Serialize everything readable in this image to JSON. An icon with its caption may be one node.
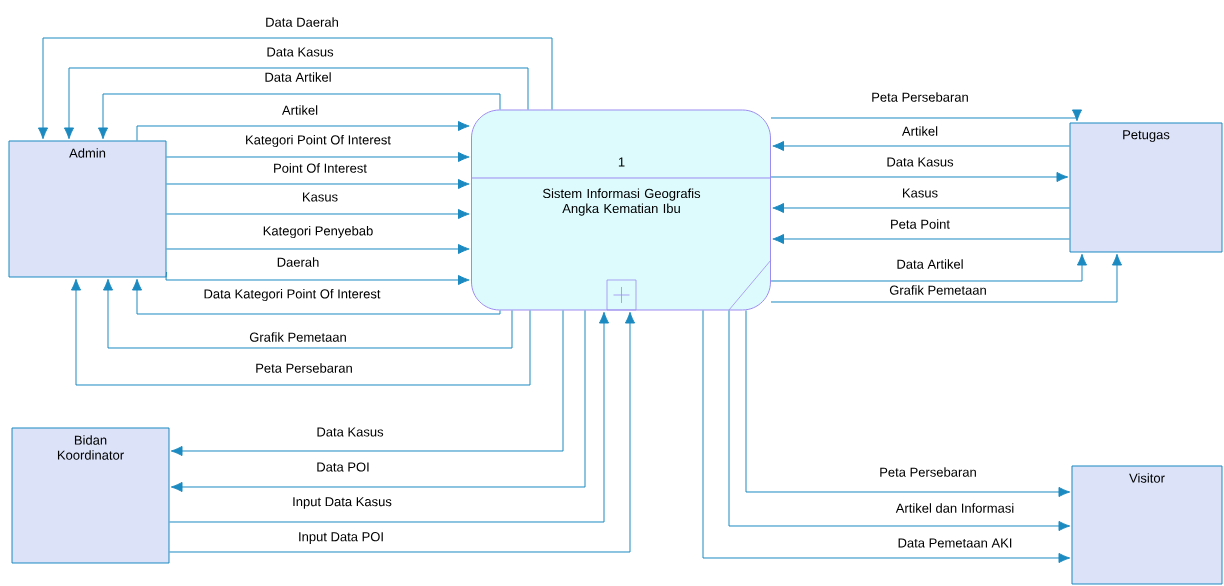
{
  "diagram": {
    "nodes": [
      {
        "text": [
          "Admin"
        ]
      },
      {
        "text": [
          "1",
          "Sistem Informasi Geografis Angka Kematian Ibu"
        ]
      },
      {
        "text": [
          "Petugas"
        ]
      },
      {
        "text": [
          "Bidan Koordinator"
        ]
      },
      {
        "text": [
          "Visitor"
        ]
      }
    ],
    "edges": [
      {
        "from": 1,
        "to": 0,
        "arrow": "to",
        "label": "Data Daerah"
      },
      {
        "from": 1,
        "to": 0,
        "arrow": "to",
        "label": "Data Kasus"
      },
      {
        "from": 1,
        "to": 0,
        "arrow": "to",
        "label": "Data Artikel"
      },
      {
        "from": 0,
        "to": 1,
        "arrow": "to",
        "label": "Artikel"
      },
      {
        "from": 0,
        "to": 1,
        "arrow": "to",
        "label": "Kategori Point Of Interest"
      },
      {
        "from": 0,
        "to": 1,
        "arrow": "to",
        "label": "Point Of Interest"
      },
      {
        "from": 0,
        "to": 1,
        "arrow": "to",
        "label": "Kasus"
      },
      {
        "from": 0,
        "to": 1,
        "arrow": "to",
        "label": "Kategori Penyebab"
      },
      {
        "from": 0,
        "to": 1,
        "arrow": "to",
        "label": "Daerah"
      },
      {
        "from": 1,
        "to": 0,
        "arrow": "to",
        "label": "Data Kategori Point Of Interest"
      },
      {
        "from": 1,
        "to": 0,
        "arrow": "to",
        "label": "Grafik Pemetaan"
      },
      {
        "from": 1,
        "to": 0,
        "arrow": "to",
        "label": "Peta Persebaran"
      },
      {
        "from": 1,
        "to": 2,
        "arrow": "to",
        "label": "Peta Persebaran"
      },
      {
        "from": 2,
        "to": 1,
        "arrow": "to",
        "label": "Artikel"
      },
      {
        "from": 1,
        "to": 2,
        "arrow": "to",
        "label": "Data Kasus"
      },
      {
        "from": 2,
        "to": 1,
        "arrow": "to",
        "label": "Kasus"
      },
      {
        "from": 2,
        "to": 1,
        "arrow": "to",
        "label": "Peta Point"
      },
      {
        "from": 1,
        "to": 2,
        "arrow": "to",
        "label": "Data Artikel"
      },
      {
        "from": 1,
        "to": 2,
        "arrow": "to",
        "label": "Grafik Pemetaan"
      },
      {
        "from": 1,
        "to": 3,
        "arrow": "to",
        "label": "Data Kasus"
      },
      {
        "from": 1,
        "to": 3,
        "arrow": "to",
        "label": "Data POI"
      },
      {
        "from": 3,
        "to": 1,
        "arrow": "to",
        "label": "Input Data Kasus"
      },
      {
        "from": 3,
        "to": 1,
        "arrow": "to",
        "label": "Input Data POI"
      },
      {
        "from": 1,
        "to": 4,
        "arrow": "to",
        "label": "Peta Persebaran"
      },
      {
        "from": 1,
        "to": 4,
        "arrow": "to",
        "label": "Artikel dan Informasi"
      },
      {
        "from": 1,
        "to": 4,
        "arrow": "to",
        "label": "Data Pemetaan AKI"
      }
    ]
  }
}
